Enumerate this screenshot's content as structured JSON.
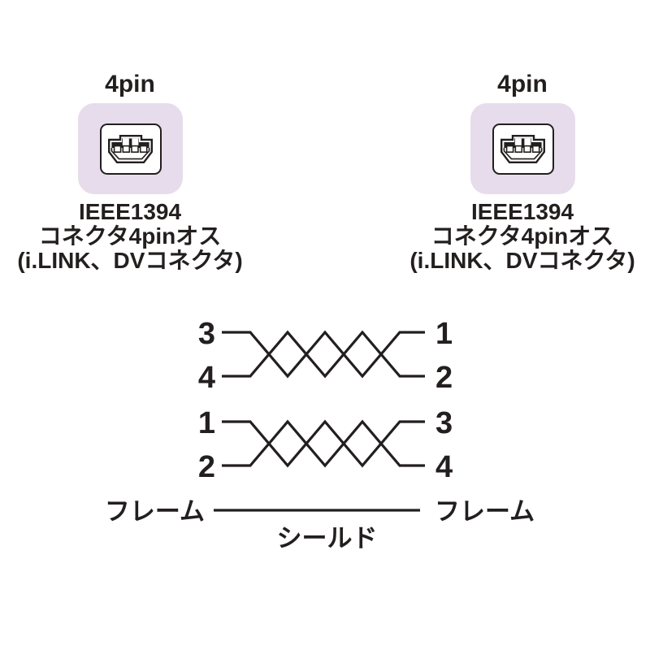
{
  "colors": {
    "ink": "#231f1f",
    "connector_bg": "#e7dcec",
    "panel_bg": "#ffffff"
  },
  "connectors": {
    "left": {
      "pins_label": "4pin",
      "icon": "firewire-4pin-connector-icon",
      "caption_line1": "IEEE1394",
      "caption_line2": "コネクタ4pinオス",
      "caption_line3": "(i.LINK、DVコネクタ)"
    },
    "right": {
      "pins_label": "4pin",
      "icon": "firewire-4pin-connector-icon",
      "caption_line1": "IEEE1394",
      "caption_line2": "コネクタ4pinオス",
      "caption_line3": "(i.LINK、DVコネクタ)"
    }
  },
  "wiring": {
    "pair1": {
      "left_top": "3",
      "left_bottom": "4",
      "right_top": "1",
      "right_bottom": "2"
    },
    "pair2": {
      "left_top": "1",
      "left_bottom": "2",
      "right_top": "3",
      "right_bottom": "4"
    },
    "ground": {
      "left_label": "フレーム",
      "center_label": "シールド",
      "right_label": "フレーム"
    }
  }
}
